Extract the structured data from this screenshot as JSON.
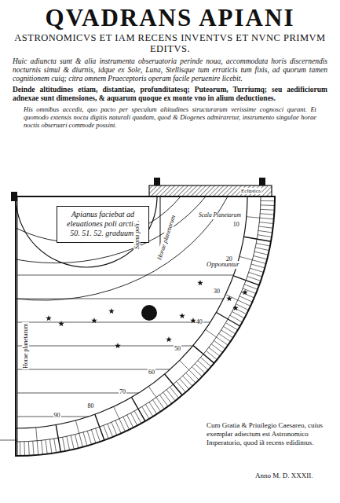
{
  "diagram": {
    "title": "QVADRANS APIANI",
    "nodes": [
      {
        "text": [
          "Apianus faciebat ad eleuationes poli arctici 50. 51. 52. graduum."
        ]
      }
    ],
    "labels": [
      "ASTRONOMICVS ET IAM RECENS INVENTVS ET NVNC PRIMVM EDITVS.",
      "Huic adiuncta sunt & alia instrumenta obseruatoria perinde noua, accommodata horis discernendis nocturnis simul & diurnis, idque ex Sole, Luna, Stellisque tum erraticis tum fixis, ad quorum tamen cognitionem cuiq; citra omnem Praeceptoris operam facile peruenire licebit.",
      "Deinde altitudines etiam, distantiae, profunditatesq; Puteorum, Turriumq; seu aedificiorum adnexae sunt dimensiones, & aquarum quoque ex monte vno in alium deductiones.",
      "His omnibus accedit, quo pacto per speculum altitudines structurarum verissime cognosci queant. Et quomodo extensis noctu digitis naturali quadam, quod & Diogenes admiraretur, instrumento singulae horae noctis obseruari commode possint.",
      "Horae planetarum",
      "Ecliptica",
      "Scala Planetarum",
      "Signa poli",
      "Opponuntur",
      "Horae planetarum",
      "10",
      "20",
      "30",
      "40",
      "50",
      "60",
      "70",
      "80",
      "90",
      "Cum Gratia & Priuilegio Caesareo, cuius exemplar adiectum est Astronomico Imperatorio, quod iã recens edidimus.",
      "Anno M. D. XXXII."
    ]
  }
}
